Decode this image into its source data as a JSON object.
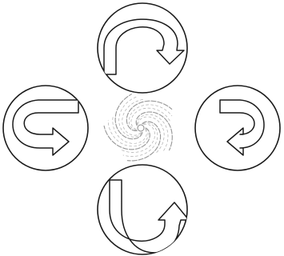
{
  "colors": {
    "background": "#ffffff",
    "stroke": "#1a1a1a",
    "spiral": "#8a8a8a",
    "arrow_fill": "#ffffff"
  },
  "diagram": {
    "center": {
      "icon": "spiral-galaxy-icon"
    },
    "nodes": [
      {
        "position": "top",
        "icon": "clockwise-arc-arrow-icon"
      },
      {
        "position": "left",
        "icon": "looping-arrow-right-icon"
      },
      {
        "position": "right",
        "icon": "looping-arrow-left-icon"
      },
      {
        "position": "bottom",
        "icon": "u-turn-up-arrow-icon"
      }
    ]
  }
}
